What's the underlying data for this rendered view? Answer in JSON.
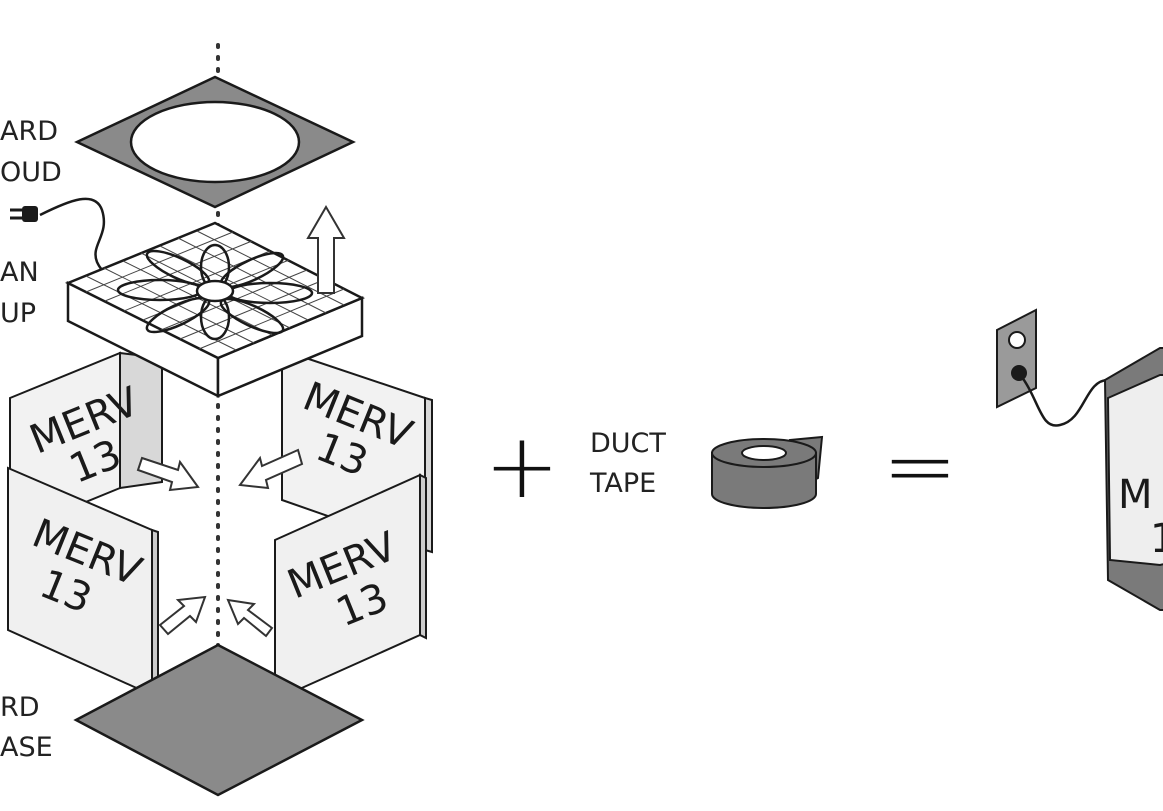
{
  "labels": {
    "shroud_line1": "ARD",
    "shroud_line2": "OUD",
    "fan_line1": "AN",
    "fan_line2": "UP",
    "base_line1": "RD",
    "base_line2": "ASE",
    "duct_line1": "DUCT",
    "duct_line2": "TAPE",
    "plus": "+",
    "equals": "="
  },
  "filters": {
    "back_left": {
      "line1": "MERV",
      "line2": "13"
    },
    "back_right": {
      "line1": "MERV",
      "line2": "13"
    },
    "front_left": {
      "line1": "MERV",
      "line2": "13"
    },
    "front_right": {
      "line1": "MERV",
      "line2": "13"
    },
    "assembled": {
      "line1": "M",
      "line2": "1"
    }
  },
  "colors": {
    "panel_gray": "#8a8a8a",
    "filter_face": "#eeeeee",
    "tape_gray": "#7a7a7a",
    "outline": "#1a1a1a"
  }
}
